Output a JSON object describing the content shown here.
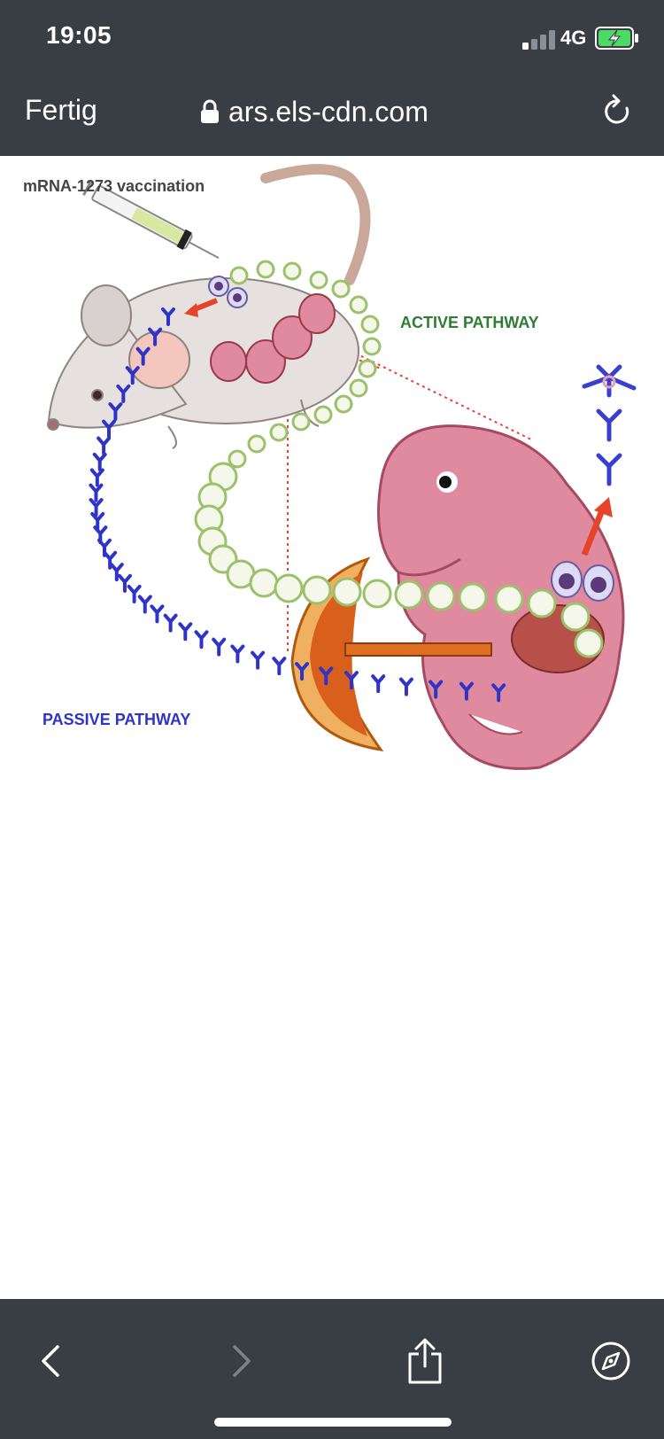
{
  "status": {
    "time": "19:05",
    "network": "4G"
  },
  "nav": {
    "done_label": "Fertig",
    "url": "ars.els-cdn.com"
  },
  "figure": {
    "label_vaccination": "mRNA-1273 vaccination",
    "label_active": "ACTIVE PATHWAY",
    "label_passive": "PASSIVE PATHWAY"
  },
  "colors": {
    "chrome": "#393d44",
    "active": "#2e7d32",
    "passive": "#2f34c8",
    "fetus": "#e08aa0",
    "placenta": "#e07020",
    "mouse": "#e6e1df"
  },
  "icons": {
    "lock": "lock-icon",
    "reload": "reload-icon",
    "back": "chevron-left-icon",
    "forward": "chevron-right-icon",
    "share": "share-icon",
    "compass": "compass-icon"
  }
}
